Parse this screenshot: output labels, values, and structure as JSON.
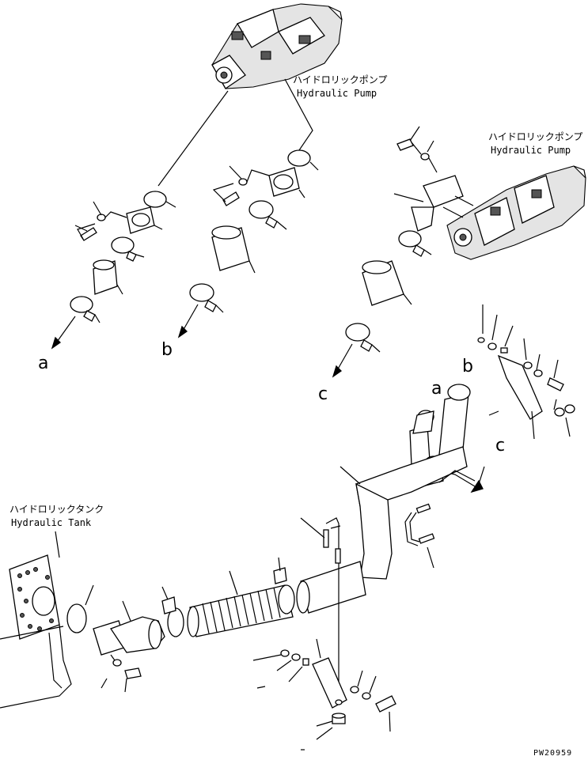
{
  "labels": {
    "pump_top_jp": "ハイドロリックポンプ",
    "pump_top_en": "Hydraulic Pump",
    "pump_right_jp": "ハイドロリックポンプ",
    "pump_right_en": "Hydraulic Pump",
    "tank_jp": "ハイドロリックタンク",
    "tank_en": "Hydraulic Tank"
  },
  "connection_letters": {
    "a_left": "a",
    "b_left": "b",
    "c_left": "c",
    "a_pipe": "a",
    "b_pipe": "b",
    "c_pipe": "c"
  },
  "drawing_code": "PW20959"
}
